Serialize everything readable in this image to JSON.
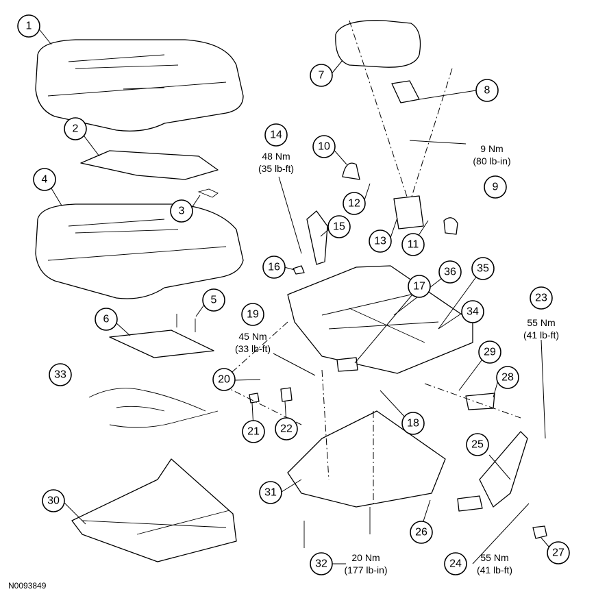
{
  "figure_id": "N0093849",
  "callouts": [
    {
      "id": "1",
      "label": "1"
    },
    {
      "id": "2",
      "label": "2"
    },
    {
      "id": "3",
      "label": "3"
    },
    {
      "id": "4",
      "label": "4"
    },
    {
      "id": "5",
      "label": "5"
    },
    {
      "id": "6",
      "label": "6"
    },
    {
      "id": "7",
      "label": "7"
    },
    {
      "id": "8",
      "label": "8"
    },
    {
      "id": "9",
      "label": "9"
    },
    {
      "id": "10",
      "label": "10"
    },
    {
      "id": "11",
      "label": "11"
    },
    {
      "id": "12",
      "label": "12"
    },
    {
      "id": "13",
      "label": "13"
    },
    {
      "id": "14",
      "label": "14"
    },
    {
      "id": "15",
      "label": "15"
    },
    {
      "id": "16",
      "label": "16"
    },
    {
      "id": "17",
      "label": "17"
    },
    {
      "id": "18",
      "label": "18"
    },
    {
      "id": "19",
      "label": "19"
    },
    {
      "id": "20",
      "label": "20"
    },
    {
      "id": "21",
      "label": "21"
    },
    {
      "id": "22",
      "label": "22"
    },
    {
      "id": "23",
      "label": "23"
    },
    {
      "id": "24",
      "label": "24"
    },
    {
      "id": "25",
      "label": "25"
    },
    {
      "id": "26",
      "label": "26"
    },
    {
      "id": "27",
      "label": "27"
    },
    {
      "id": "28",
      "label": "28"
    },
    {
      "id": "29",
      "label": "29"
    },
    {
      "id": "30",
      "label": "30"
    },
    {
      "id": "31",
      "label": "31"
    },
    {
      "id": "32",
      "label": "32"
    },
    {
      "id": "33",
      "label": "33"
    },
    {
      "id": "34",
      "label": "34"
    },
    {
      "id": "35",
      "label": "35"
    },
    {
      "id": "36",
      "label": "36"
    }
  ],
  "torque_specs": {
    "spec_9": {
      "line1": "9 Nm",
      "line2": "(80 lb-in)"
    },
    "spec_14": {
      "line1": "48 Nm",
      "line2": "(35 lb-ft)"
    },
    "spec_19": {
      "line1": "45 Nm",
      "line2": "(33 lb-ft)"
    },
    "spec_23": {
      "line1": "55 Nm",
      "line2": "(41 lb-ft)"
    },
    "spec_24": {
      "line1": "55 Nm",
      "line2": "(41 lb-ft)"
    },
    "spec_32": {
      "line1": "20 Nm",
      "line2": "(177 lb-in)"
    }
  }
}
